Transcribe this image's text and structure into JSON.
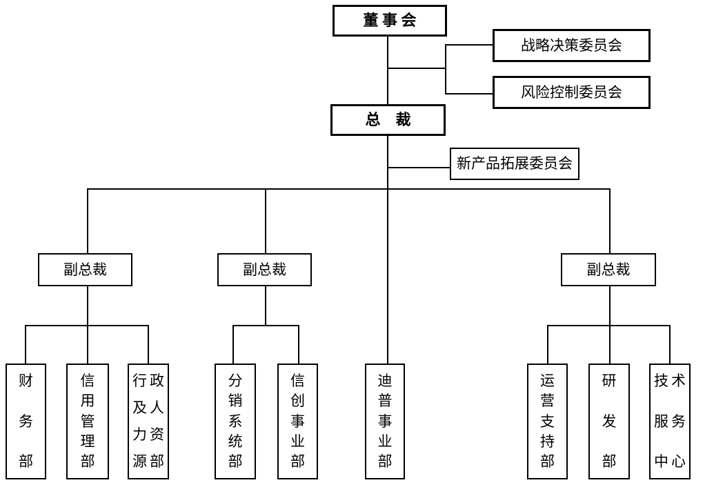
{
  "diagram": {
    "type": "org-chart",
    "background_color": "#ffffff",
    "line_color": "#000000",
    "nodes": {
      "board": {
        "label": "董 事 会"
      },
      "strategy_committee": {
        "label": "战略决策委员会"
      },
      "risk_committee": {
        "label": "风险控制委员会"
      },
      "president": {
        "label": "总　裁"
      },
      "new_product_committee": {
        "label": "新产品拓展委员会"
      },
      "vp1": {
        "label": "副总裁"
      },
      "vp2": {
        "label": "副总裁"
      },
      "vp3": {
        "label": "副总裁"
      },
      "dept_finance": {
        "label": "财务部",
        "lines": [
          "财",
          "务",
          "部"
        ]
      },
      "dept_credit": {
        "label": "信用管理部",
        "lines": [
          "信",
          "用",
          "管",
          "理",
          "部"
        ]
      },
      "dept_admin_hr": {
        "label": "行政及人力资源部",
        "lines": [
          "行政",
          "及人",
          "力资",
          "源部"
        ]
      },
      "dept_distribution": {
        "label": "分销系统部",
        "lines": [
          "分",
          "销",
          "系",
          "统",
          "部"
        ]
      },
      "dept_xinchuang": {
        "label": "信创事业部",
        "lines": [
          "信",
          "创",
          "事",
          "业",
          "部"
        ]
      },
      "dept_dipu": {
        "label": "迪普事业部",
        "lines": [
          "迪",
          "普",
          "事",
          "业",
          "部"
        ]
      },
      "dept_operations": {
        "label": "运营支持部",
        "lines": [
          "运",
          "营",
          "支",
          "持",
          "部"
        ]
      },
      "dept_rnd": {
        "label": "研发部",
        "lines": [
          "研",
          "发",
          "部"
        ]
      },
      "dept_tech_service": {
        "label": "技术服务中心",
        "lines": [
          "技术",
          "服务",
          "中心"
        ]
      }
    }
  }
}
